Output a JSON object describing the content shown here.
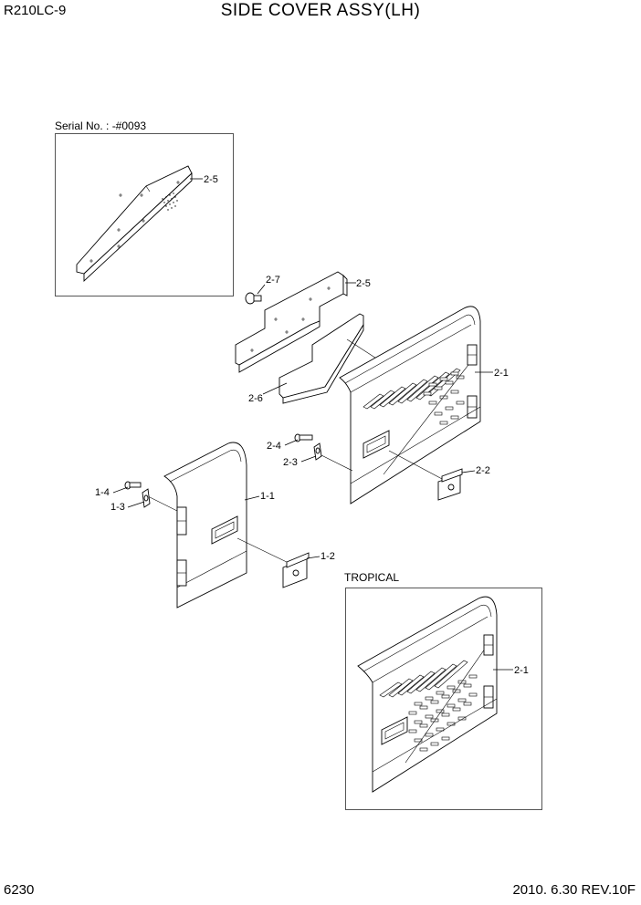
{
  "header": {
    "model": "R210LC-9",
    "title": "SIDE COVER ASSY(LH)"
  },
  "footer": {
    "page": "6230",
    "revision": "2010. 6.30  REV.10F"
  },
  "insets": {
    "serial_label": "Serial No. : -#0093",
    "tropical_label": "TROPICAL"
  },
  "callouts": {
    "inset_2_5": "2-5",
    "p2_7": "2-7",
    "p2_5": "2-5",
    "p2_1": "2-1",
    "p2_6": "2-6",
    "p2_4": "2-4",
    "p2_3": "2-3",
    "p2_2": "2-2",
    "p1_4": "1-4",
    "p1_3": "1-3",
    "p1_1": "1-1",
    "p1_2": "1-2",
    "tropical_2_1": "2-1"
  }
}
